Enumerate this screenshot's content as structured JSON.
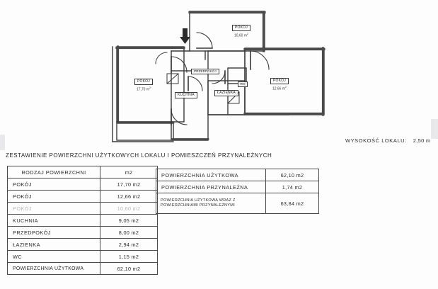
{
  "document": {
    "heading": "ZESTAWIENIE POWIERZCHNI UŻYTKOWYCH LOKALU I POMIESZCZEŃ PRZYNALEŻNYCH",
    "height_note_label": "WYSOKOŚĆ LOKALU:",
    "height_note_value": "2,50 m"
  },
  "floor_plan": {
    "rooms": [
      {
        "key": "pokoj_1",
        "name": "POKÓJ",
        "area": "17,70 m",
        "unit_exp": "2"
      },
      {
        "key": "pokoj_top",
        "name": "POKÓJ",
        "area": "10,60 m",
        "unit_exp": "2"
      },
      {
        "key": "pokoj_right",
        "name": "POKÓJ",
        "area": "12,66 m",
        "unit_exp": "2"
      },
      {
        "key": "kuchnia",
        "name": "KUCHNIA",
        "area": "",
        "unit_exp": ""
      },
      {
        "key": "przedpokoj",
        "name": "PRZEDPOKÓJ",
        "area": "",
        "unit_exp": ""
      },
      {
        "key": "lazienka",
        "name": "ŁAZIENKA",
        "area": "",
        "unit_exp": ""
      },
      {
        "key": "wc",
        "name": "WC",
        "area": "",
        "unit_exp": ""
      }
    ],
    "entrance_marker": "entrance-arrow-down"
  },
  "table_rooms": {
    "header": {
      "type": "RODZAJ POWIERZCHNI",
      "unit": "m2"
    },
    "rows": [
      {
        "label": "POKÓJ",
        "value": "17,70 m2",
        "faint": false
      },
      {
        "label": "POKÓJ",
        "value": "12,66 m2",
        "faint": false
      },
      {
        "label": "POKÓJ",
        "value": "10,60 m2",
        "faint": true
      },
      {
        "label": "KUCHNIA",
        "value": "9,05 m2",
        "faint": false
      },
      {
        "label": "PRZEDPOKÓJ",
        "value": "8,00 m2",
        "faint": false
      },
      {
        "label": "ŁAZIENKA",
        "value": "2,94 m2",
        "faint": false
      },
      {
        "label": "WC",
        "value": "1,15 m2",
        "faint": false
      }
    ],
    "total": {
      "label": "POWIERZCHNIA UŻYTKOWA",
      "value": "62,10 m2"
    }
  },
  "table_summary": {
    "rows": [
      {
        "label": "POWIERZCHNIA UŻYTKOWA",
        "value": "62,10 m2",
        "two_line": false
      },
      {
        "label": "POWIERZCHNIA PRZYNALEŻNA",
        "value": "1,74 m2",
        "two_line": false
      },
      {
        "label": "POWIERZCHNIA UŻYTKOWA WRAZ Z POWIERZCHNIAMI PRZYNALEŻNYMI",
        "value": "63,84 m2",
        "two_line": true
      }
    ]
  }
}
